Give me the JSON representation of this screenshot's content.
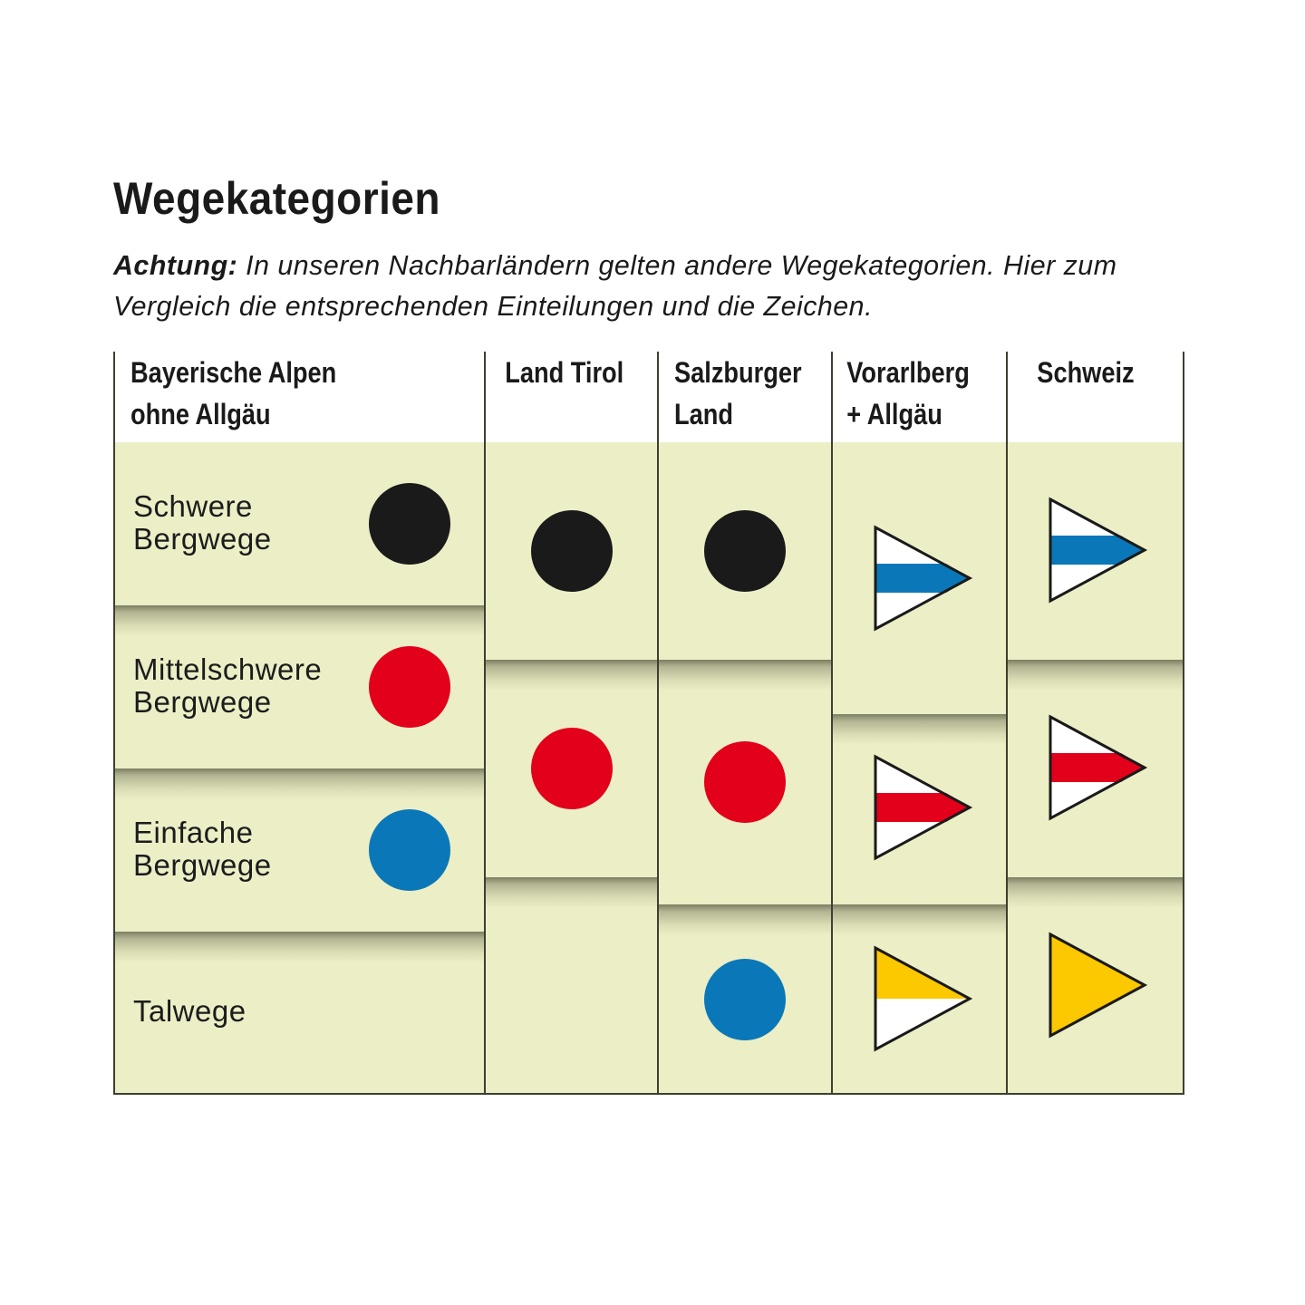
{
  "title": "Wegekategorien",
  "intro": {
    "bold": "Achtung:",
    "text": " In unseren Nachbarländern gelten andere Wegekategorien. Hier zum Vergleich die entsprechenden Einteilungen und die Zeichen."
  },
  "colors": {
    "cell_bg": "#eceec6",
    "black": "#1a1a1a",
    "red": "#e2001a",
    "blue": "#0a78b8",
    "yellow": "#fcc800",
    "white": "#ffffff",
    "border": "#3d3f30"
  },
  "columns": [
    {
      "header": "Bayerische Alpen\nohne Allgäu"
    },
    {
      "header": "Land Tirol"
    },
    {
      "header": "Salzburger\nLand"
    },
    {
      "header": "Vorarlberg\n+ Allgäu"
    },
    {
      "header": "Schweiz"
    }
  ],
  "rows": {
    "bayern": [
      {
        "label": "Schwere\nBergwege",
        "marker": "black-dot"
      },
      {
        "label": "Mittelschwere\nBergwege",
        "marker": "red-dot"
      },
      {
        "label": "Einfache\nBergwege",
        "marker": "blue-dot"
      },
      {
        "label": "Talwege",
        "marker": "none"
      }
    ],
    "tirol": [
      {
        "marker": "black-dot"
      },
      {
        "marker": "red-dot"
      },
      {
        "marker": "none"
      }
    ],
    "salzburg": [
      {
        "marker": "black-dot"
      },
      {
        "marker": "red-dot"
      },
      {
        "marker": "blue-dot"
      }
    ],
    "vorarlberg": [
      {
        "marker": "white-blue-white-pennant"
      },
      {
        "marker": "white-red-white-pennant"
      },
      {
        "marker": "yellow-white-pennant"
      }
    ],
    "schweiz": [
      {
        "marker": "white-blue-white-pennant"
      },
      {
        "marker": "white-red-white-pennant"
      },
      {
        "marker": "yellow-pennant"
      }
    ]
  }
}
